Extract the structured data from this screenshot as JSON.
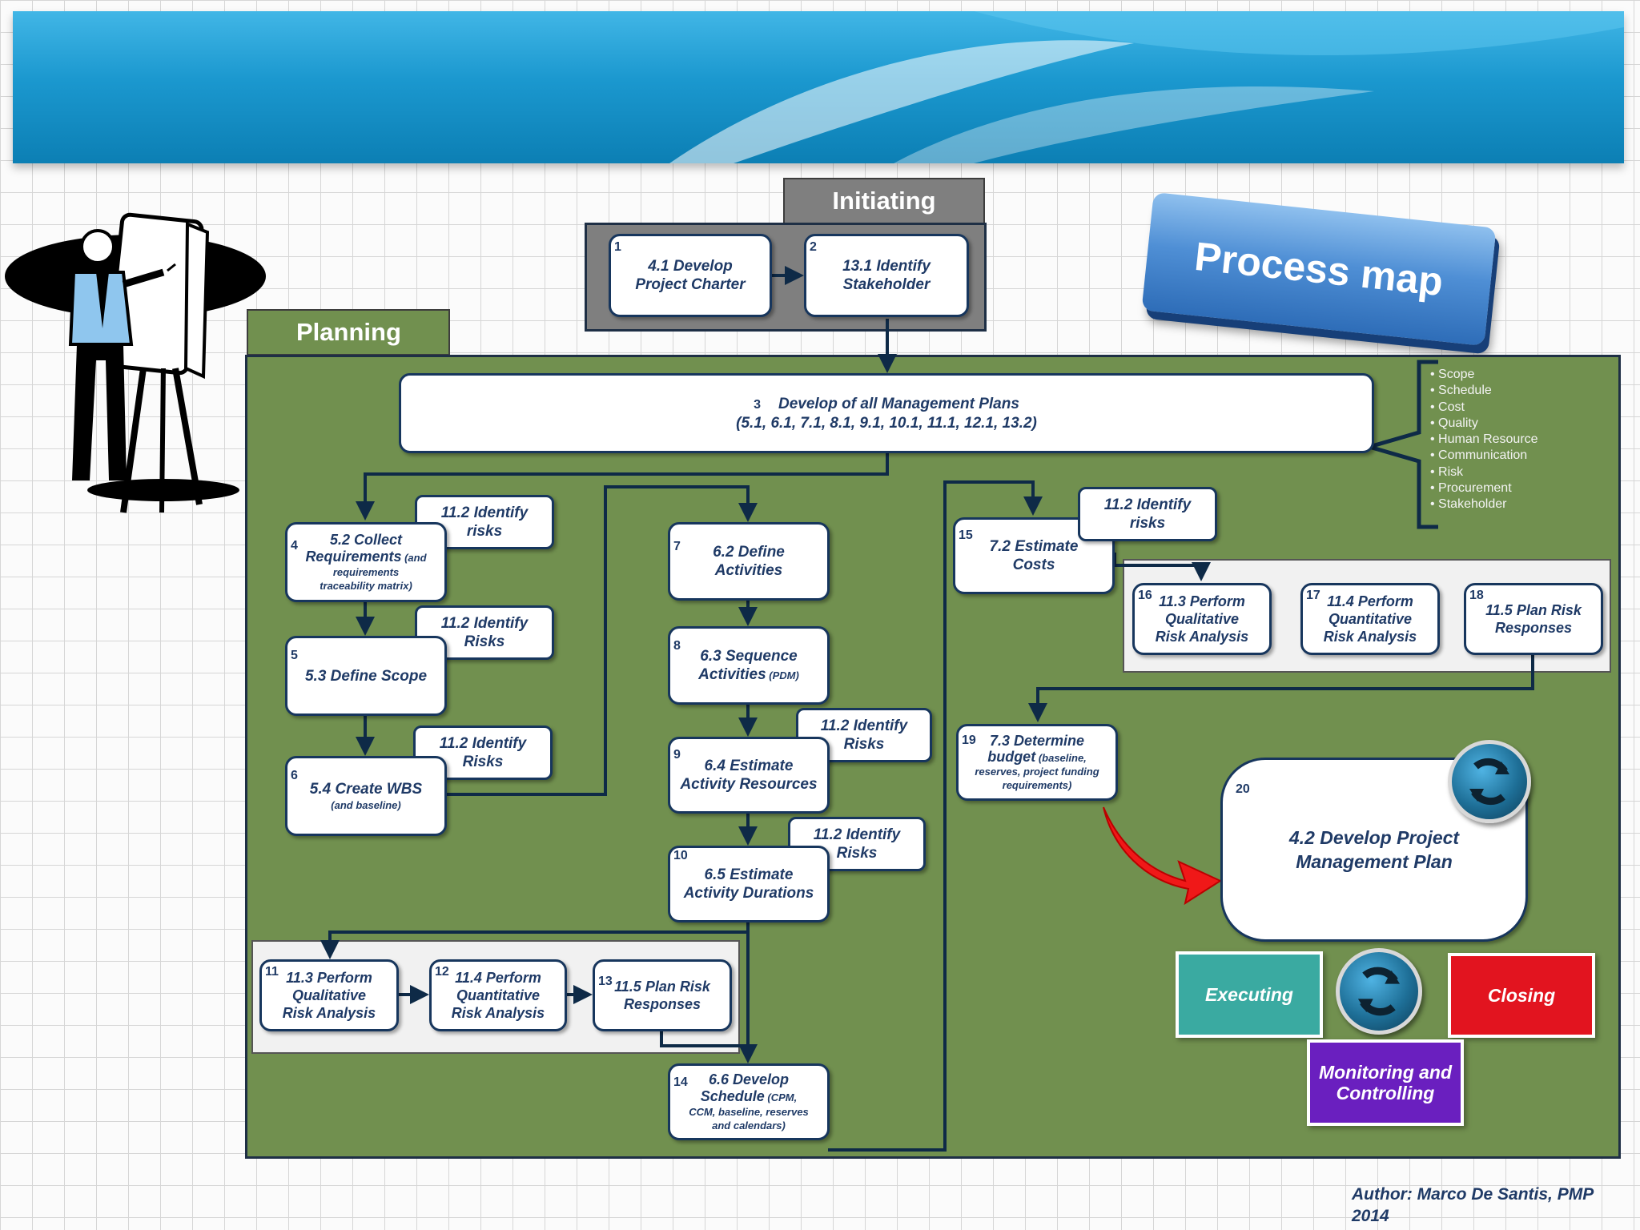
{
  "initiating": {
    "label": "Initiating",
    "p1": {
      "num": "1",
      "line1": "4.1 Develop",
      "line2": "Project Charter"
    },
    "p2": {
      "num": "2",
      "line1": "13.1 Identify",
      "line2": "Stakeholder"
    }
  },
  "process_map_label": "Process map",
  "planning": {
    "label": "Planning",
    "p3": {
      "num": "3",
      "line1": "Develop of all Management Plans",
      "line2": "(5.1, 6.1, 7.1, 8.1, 9.1, 10.1, 11.1, 12.1, 13.2)"
    },
    "management_plans": [
      "Scope",
      "Schedule",
      "Cost",
      "Quality",
      "Human Resource",
      "Communication",
      "Risk",
      "Procurement",
      "Stakeholder"
    ],
    "p4": {
      "num": "4",
      "line1": "5.2 Collect",
      "line2": "Requirements",
      "line2b": " (and",
      "sub1": "requirements",
      "sub2": "traceability matrix)"
    },
    "p5": {
      "num": "5",
      "line1": "5.3 Define Scope"
    },
    "p6": {
      "num": "6",
      "line1": "5.4 Create WBS",
      "sub1": "(and  baseline)"
    },
    "risk_a": {
      "line1": "11.2 Identify",
      "line2": "risks"
    },
    "risk_b": {
      "line1": "11.2 Identify",
      "line2": "Risks"
    },
    "risk_c": {
      "line1": "11.2 Identify",
      "line2": "Risks"
    },
    "p7": {
      "num": "7",
      "line1": "6.2 Define",
      "line2": "Activities"
    },
    "p8": {
      "num": "8",
      "line1": "6.3 Sequence",
      "line2": "Activities",
      "line2b": " (PDM)"
    },
    "p9": {
      "num": "9",
      "line1": "6.4 Estimate",
      "line2": "Activity Resources"
    },
    "p10": {
      "num": "10",
      "line1": "6.5 Estimate",
      "line2": "Activity Durations"
    },
    "risk_d": {
      "line1": "11.2 Identify",
      "line2": "Risks"
    },
    "risk_e": {
      "line1": "11.2 Identify",
      "line2": "Risks"
    },
    "p11": {
      "num": "11",
      "line1": "11.3 Perform",
      "line2": "Qualitative",
      "line3": "Risk Analysis"
    },
    "p12": {
      "num": "12",
      "line1": "11.4 Perform",
      "line2": "Quantitative",
      "line3": "Risk Analysis"
    },
    "p13": {
      "num": "13",
      "line1": "11.5 Plan Risk",
      "line2": "Responses"
    },
    "p14": {
      "num": "14",
      "line1": "6.6 Develop",
      "line2": "Schedule",
      "line2b": " (CPM,",
      "sub1": "CCM, baseline, reserves",
      "sub2": "and calendars)"
    },
    "p15": {
      "num": "15",
      "line1": "7.2 Estimate",
      "line2": "Costs"
    },
    "risk_f": {
      "line1": "11.2 Identify",
      "line2": "risks"
    },
    "p16": {
      "num": "16",
      "line1": "11.3 Perform",
      "line2": "Qualitative",
      "line3": "Risk Analysis"
    },
    "p17": {
      "num": "17",
      "line1": "11.4 Perform",
      "line2": "Quantitative",
      "line3": "Risk Analysis"
    },
    "p18": {
      "num": "18",
      "line1": "11.5 Plan Risk",
      "line2": "Responses"
    },
    "p19": {
      "num": "19",
      "line1": "7.3 Determine",
      "line2": "budget",
      "line2b": " (baseline,",
      "sub1": "reserves, project funding",
      "sub2": "requirements)"
    },
    "p20": {
      "num": "20",
      "line1": "4.2 Develop Project",
      "line2": "Management Plan"
    }
  },
  "phases": {
    "executing": "Executing",
    "closing": "Closing",
    "monitoring_line1": "Monitoring and",
    "monitoring_line2": "Controlling"
  },
  "author": {
    "line1": "Author: Marco De Santis, PMP",
    "line2": "2014"
  },
  "colors": {
    "executing": "#3aaaa1",
    "closing": "#e2141f",
    "monitoring": "#6a1fbf",
    "planning_green": "#71904f",
    "box_border": "#17365d",
    "arrow_red": "#f01818"
  },
  "icons": [
    "presenter-illustration",
    "cycle-icon",
    "red-curved-arrow"
  ]
}
